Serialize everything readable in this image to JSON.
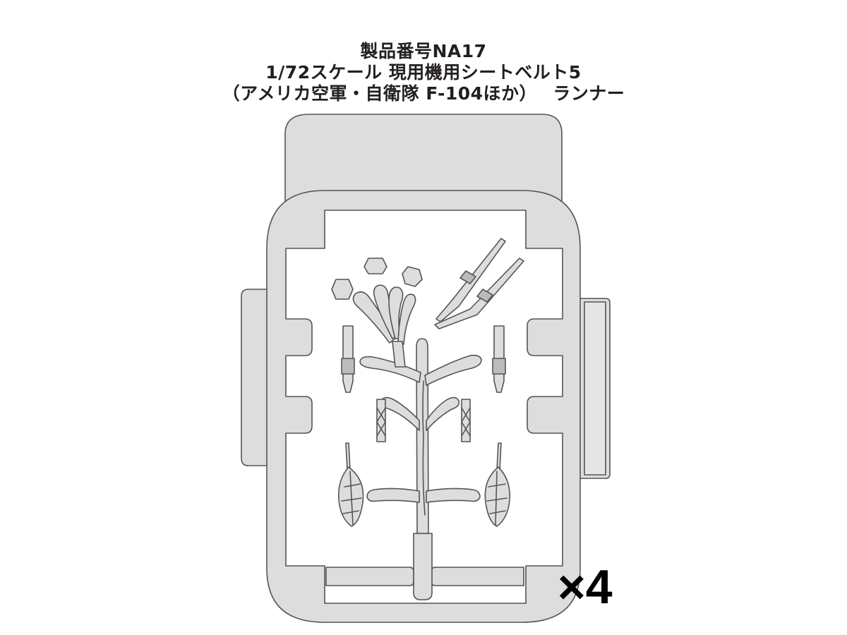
{
  "header": {
    "product_number": "製品番号NA17",
    "product_name": "1/72スケール 現用機用シートベルト5",
    "subtitle": "（アメリカ空軍・自衛隊 F-104ほか）　 ランナー"
  },
  "diagram": {
    "multiplier_label": "×4",
    "colors": {
      "runner_fill": "#dddddd",
      "outline": "#555555",
      "background": "#ffffff"
    }
  }
}
